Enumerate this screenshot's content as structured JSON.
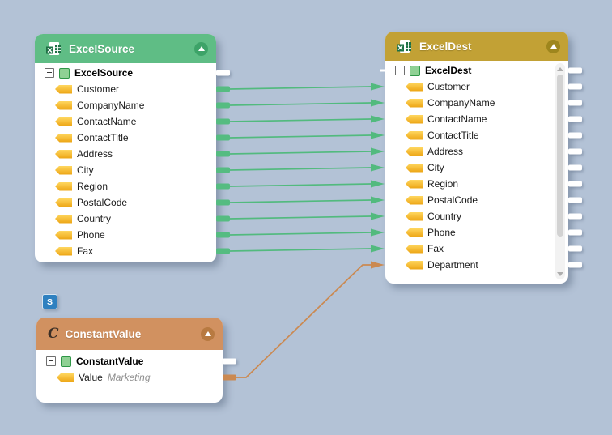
{
  "canvas": {
    "background": "#b3c2d6"
  },
  "badge": {
    "label": "S"
  },
  "colors": {
    "green": "#52ba7e",
    "orange": "#cb8951"
  },
  "components": {
    "excel_source": {
      "title": "ExcelSource",
      "root_label": "ExcelSource",
      "header_color": "#5fbd85",
      "fields": [
        "Customer",
        "CompanyName",
        "ContactName",
        "ContactTitle",
        "Address",
        "City",
        "Region",
        "PostalCode",
        "Country",
        "Phone",
        "Fax"
      ]
    },
    "excel_dest": {
      "title": "ExcelDest",
      "root_label": "ExcelDest",
      "header_color": "#c2a135",
      "fields": [
        "Customer",
        "CompanyName",
        "ContactName",
        "ContactTitle",
        "Address",
        "City",
        "Region",
        "PostalCode",
        "Country",
        "Phone",
        "Fax",
        "Department"
      ]
    },
    "constant_value": {
      "title": "ConstantValue",
      "icon_glyph": "C",
      "root_label": "ConstantValue",
      "header_color": "#d19160",
      "fields": [
        "Value"
      ],
      "value_text": "Marketing"
    }
  },
  "mappings": [
    {
      "from": "src-0",
      "to": "dst-0",
      "color": "green"
    },
    {
      "from": "src-1",
      "to": "dst-1",
      "color": "green"
    },
    {
      "from": "src-2",
      "to": "dst-2",
      "color": "green"
    },
    {
      "from": "src-3",
      "to": "dst-3",
      "color": "green"
    },
    {
      "from": "src-4",
      "to": "dst-4",
      "color": "green"
    },
    {
      "from": "src-5",
      "to": "dst-5",
      "color": "green"
    },
    {
      "from": "src-6",
      "to": "dst-6",
      "color": "green"
    },
    {
      "from": "src-7",
      "to": "dst-7",
      "color": "green"
    },
    {
      "from": "src-8",
      "to": "dst-8",
      "color": "green"
    },
    {
      "from": "src-9",
      "to": "dst-9",
      "color": "green"
    },
    {
      "from": "src-10",
      "to": "dst-10",
      "color": "green"
    },
    {
      "from": "const-0",
      "to": "dst-11",
      "color": "orange",
      "kind": "constant"
    }
  ]
}
